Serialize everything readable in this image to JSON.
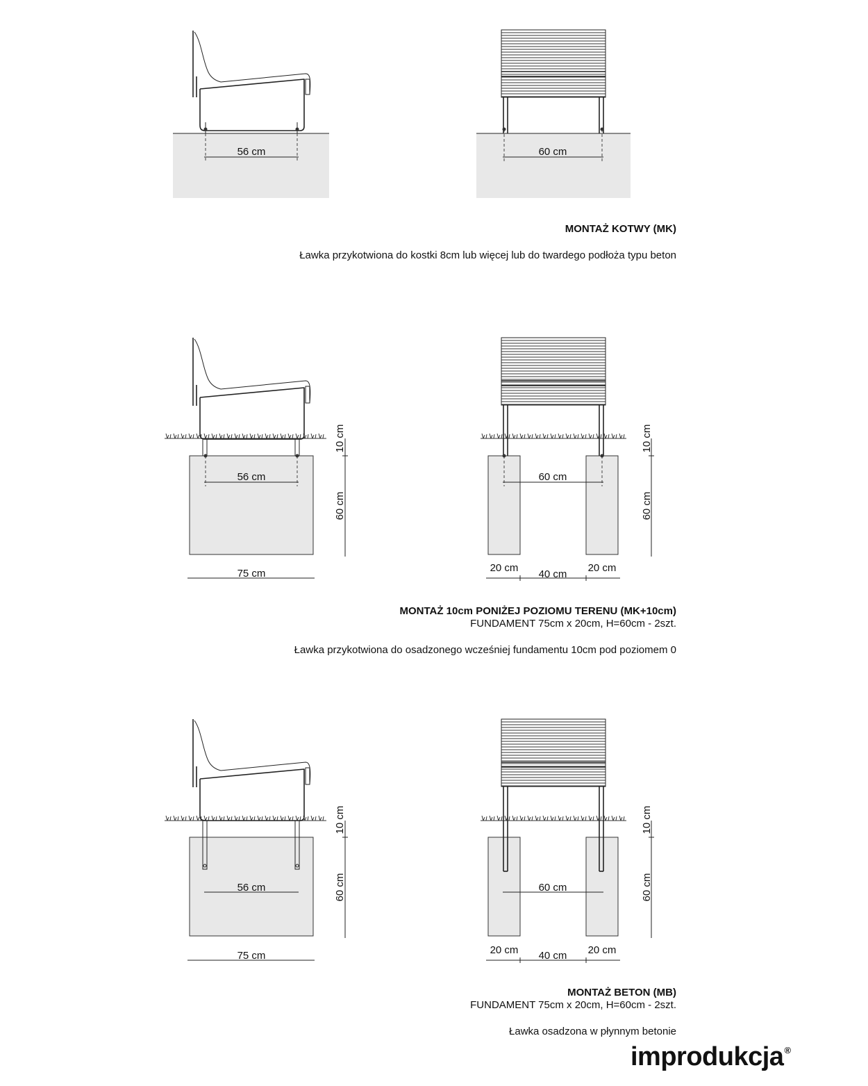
{
  "sections": [
    {
      "id": "mk",
      "title": "MONTAŻ KOTWY (MK)",
      "foundation": "",
      "description": "Ławka przykotwiona do kostki 8cm lub więcej lub do twardego podłoża typu beton",
      "dims": {
        "side_anchor": "56 cm",
        "front_anchor": "60 cm"
      }
    },
    {
      "id": "mk10",
      "title": "MONTAŻ 10cm PONIŻEJ POZIOMU TERENU (MK+10cm)",
      "foundation": "FUNDAMENT 75cm x 20cm, H=60cm - 2szt.",
      "description": "Ławka przykotwiona do osadzonego wcześniej fundamentu 10cm pod poziomem 0",
      "dims": {
        "side_anchor": "56 cm",
        "side_width": "75 cm",
        "side_depth_top": "10 cm",
        "side_depth_main": "60 cm",
        "front_anchor": "60 cm",
        "front_left": "20 cm",
        "front_gap": "40 cm",
        "front_right": "20 cm",
        "front_depth_top": "10 cm",
        "front_depth_main": "60 cm"
      }
    },
    {
      "id": "mb",
      "title": "MONTAŻ BETON (MB)",
      "foundation": "FUNDAMENT 75cm x 20cm, H=60cm - 2szt.",
      "description": "Ławka osadzona w płynnym betonie",
      "dims": {
        "side_anchor": "56 cm",
        "side_width": "75 cm",
        "side_depth_top": "10 cm",
        "side_depth_main": "60 cm",
        "front_anchor": "60 cm",
        "front_left": "20 cm",
        "front_gap": "40 cm",
        "front_right": "20 cm",
        "front_depth_top": "10 cm",
        "front_depth_main": "60 cm"
      }
    }
  ],
  "brand": {
    "name": "improdukcja",
    "mark": "®"
  }
}
